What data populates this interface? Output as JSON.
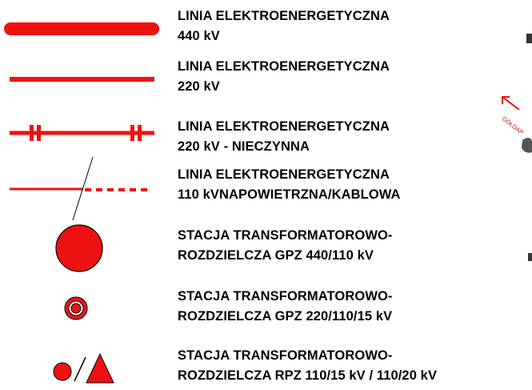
{
  "colors": {
    "symbol_red": "#ee1111",
    "text": "#000000",
    "edge_icon_gray": "#555555",
    "background": "#ffffff"
  },
  "legend": {
    "items": [
      {
        "symbol": "thick-solid-line",
        "line1": "LINIA ELEKTROENERGETYCZNA",
        "line2": "440 kV"
      },
      {
        "symbol": "medium-solid-line",
        "line1": "LINIA ELEKTROENERGETYCZNA",
        "line2": "220 kV"
      },
      {
        "symbol": "line-with-double-crossbars",
        "line1": "LINIA ELEKTROENERGETYCZNA",
        "line2": "220 kV - NIECZYNNA"
      },
      {
        "symbol": "solid-to-dashed-line",
        "line1": "LINIA ELEKTROENERGETYCZNA",
        "line2": "110 kVNAPOWIETRZNA/KABLOWA"
      },
      {
        "symbol": "large-filled-circle",
        "line1": "STACJA TRANSFORMATOROWO-",
        "line2": "ROZDZIELCZA GPZ 440/110 kV"
      },
      {
        "symbol": "concentric-circles",
        "line1": "STACJA TRANSFORMATOROWO-",
        "line2": "ROZDZIELCZA GPZ 220/110/15 kV"
      },
      {
        "symbol": "circle-slash-triangle",
        "line1": "STACJA TRANSFORMATOROWO-",
        "line2": "ROZDZIELCZA RPZ 110/15 kV / 110/20 kV"
      }
    ]
  },
  "map_edge": {
    "road_label": "GOŁDAP",
    "arrow_icon": "arrow-up-left-icon"
  }
}
